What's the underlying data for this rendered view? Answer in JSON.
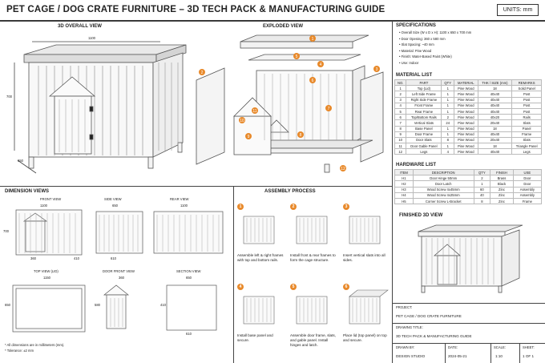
{
  "title": "PET CAGE / DOG CRATE FURNITURE – 3D TECH PACK & MANUFACTURING GUIDE",
  "units": "UNITS: mm",
  "overall_view": {
    "label": "3D OVERALL VIEW",
    "width": "1100",
    "height": "700",
    "depth": "650"
  },
  "exploded_view": {
    "label": "EXPLODED VIEW",
    "callouts": [
      "1",
      "2",
      "3",
      "4",
      "5",
      "6",
      "7",
      "8",
      "9",
      "10",
      "11",
      "12"
    ]
  },
  "specifications": {
    "label": "SPECIFICATIONS",
    "items": [
      "• Overall Size (W x D x H): 1100 x 650 x 700 mm",
      "• Door Opening: 360 x 580 mm",
      "• Slat Spacing: ~40 mm",
      "• Material: Pine Wood",
      "• Finish: Water-Based Paint (White)",
      "• Use: Indoor"
    ]
  },
  "material_list": {
    "label": "MATERIAL LIST",
    "headers": [
      "NO.",
      "PART",
      "QTY",
      "MATERIAL",
      "THK / SIZE (mm)",
      "REMARKS"
    ],
    "rows": [
      [
        "1",
        "Top (Lid)",
        "1",
        "Pine Wood",
        "18",
        "Solid Panel"
      ],
      [
        "2",
        "Left Side Frame",
        "1",
        "Pine Wood",
        "40x40",
        "Post"
      ],
      [
        "3",
        "Right Side Frame",
        "1",
        "Pine Wood",
        "40x40",
        "Post"
      ],
      [
        "4",
        "Front Frame",
        "1",
        "Pine Wood",
        "40x40",
        "Post"
      ],
      [
        "5",
        "Rear Frame",
        "1",
        "Pine Wood",
        "40x40",
        "Post"
      ],
      [
        "6",
        "Top/Bottom Rails",
        "2",
        "Pine Wood",
        "40x20",
        "Rails"
      ],
      [
        "7",
        "Vertical Slats",
        "24",
        "Pine Wood",
        "20x40",
        "Slats"
      ],
      [
        "8",
        "Base Panel",
        "1",
        "Pine Wood",
        "18",
        "Panel"
      ],
      [
        "9",
        "Door Frame",
        "1",
        "Pine Wood",
        "40x40",
        "Frame"
      ],
      [
        "10",
        "Door Slats",
        "8",
        "Pine Wood",
        "20x40",
        "Slats"
      ],
      [
        "11",
        "Door Gable Panel",
        "1",
        "Pine Wood",
        "18",
        "Triangle Panel"
      ],
      [
        "12",
        "Legs",
        "4",
        "Pine Wood",
        "40x40",
        "Legs"
      ]
    ]
  },
  "hardware_list": {
    "label": "HARDWARE LIST",
    "headers": [
      "ITEM",
      "DESCRIPTION",
      "QTY",
      "FINISH",
      "USE"
    ],
    "rows": [
      [
        "H1",
        "Door Hinge 50mm",
        "2",
        "Brass",
        "Door"
      ],
      [
        "H2",
        "Door Latch",
        "1",
        "Black",
        "Door"
      ],
      [
        "H3",
        "Wood Screw 4x45mm",
        "60",
        "Zinc",
        "Assembly"
      ],
      [
        "H4",
        "Wood Screw 4x25mm",
        "40",
        "Zinc",
        "Assembly"
      ],
      [
        "H5",
        "Corner Screw L-Bracket",
        "8",
        "Zinc",
        "Frame"
      ]
    ]
  },
  "dimension_views": {
    "label": "DIMENSION VIEWS",
    "front": {
      "label": "FRONT VIEW",
      "w": "1100",
      "h": "700",
      "a": "360",
      "b": "410"
    },
    "side": {
      "label": "SIDE VIEW",
      "w": "650",
      "b": "610"
    },
    "rear": {
      "label": "REAR VIEW",
      "w": "1100"
    },
    "top": {
      "label": "TOP VIEW (LID)",
      "w": "1150",
      "h": "650"
    },
    "door": {
      "label": "DOOR FRONT VIEW",
      "w": "360",
      "h": "580"
    },
    "section": {
      "label": "SECTION VIEW",
      "w": "650",
      "h": "410",
      "b": "610"
    },
    "notes": [
      "* All dimensions are in millimeters (mm).",
      "* Tolerance: ±2 mm"
    ]
  },
  "assembly": {
    "label": "ASSEMBLY PROCESS",
    "steps": [
      {
        "n": "1",
        "text": "Assemble left & right frames with top and bottom rails."
      },
      {
        "n": "2",
        "text": "Install front & rear frames to form the cage structure."
      },
      {
        "n": "3",
        "text": "Insert vertical slats into all sides."
      },
      {
        "n": "4",
        "text": "Install base panel and secure."
      },
      {
        "n": "5",
        "text": "Assemble door frame, slats, and gable panel. Install hinges and latch."
      },
      {
        "n": "6",
        "text": "Place lid (top panel) on top and secure."
      }
    ]
  },
  "finished": {
    "label": "FINISHED 3D VIEW"
  },
  "title_block": {
    "project_label": "PROJECT:",
    "project": "PET CAGE / DOG CRATE FURNITURE",
    "drawing_label": "DRAWING TITLE:",
    "drawing": "3D TECH PACK & MANUFACTURING GUIDE",
    "drawn_label": "DRAWN BY:",
    "drawn": "DESIGN STUDIO",
    "date_label": "DATE:",
    "date": "2024-05-21",
    "scale_label": "SCALE:",
    "scale": "1:10",
    "sheet_label": "SHEET:",
    "sheet": "1 OF 1"
  }
}
